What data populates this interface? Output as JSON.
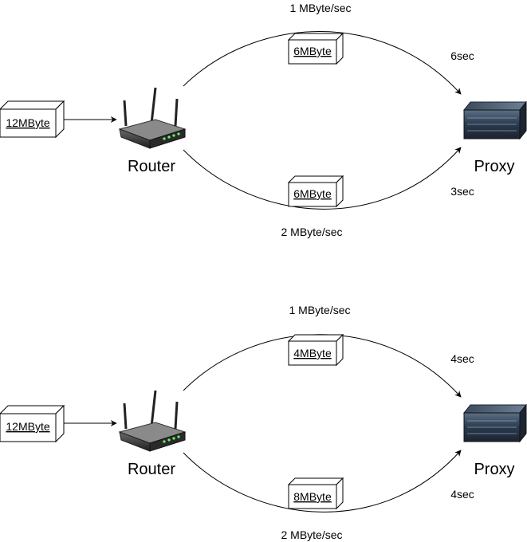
{
  "scenarios": [
    {
      "input_box": "12MByte",
      "router_label": "Router",
      "proxy_label": "Proxy",
      "top_path": {
        "rate": "1 MByte/sec",
        "packet": "6MByte",
        "time": "6sec"
      },
      "bottom_path": {
        "rate": "2 MByte/sec",
        "packet": "6MByte",
        "time": "3sec"
      }
    },
    {
      "input_box": "12MByte",
      "router_label": "Router",
      "proxy_label": "Proxy",
      "top_path": {
        "rate": "1 MByte/sec",
        "packet": "4MByte",
        "time": "4sec"
      },
      "bottom_path": {
        "rate": "2 MByte/sec",
        "packet": "8MByte",
        "time": "4sec"
      }
    }
  ],
  "icons": {
    "router": "wifi-router-icon",
    "proxy": "server-icon"
  }
}
